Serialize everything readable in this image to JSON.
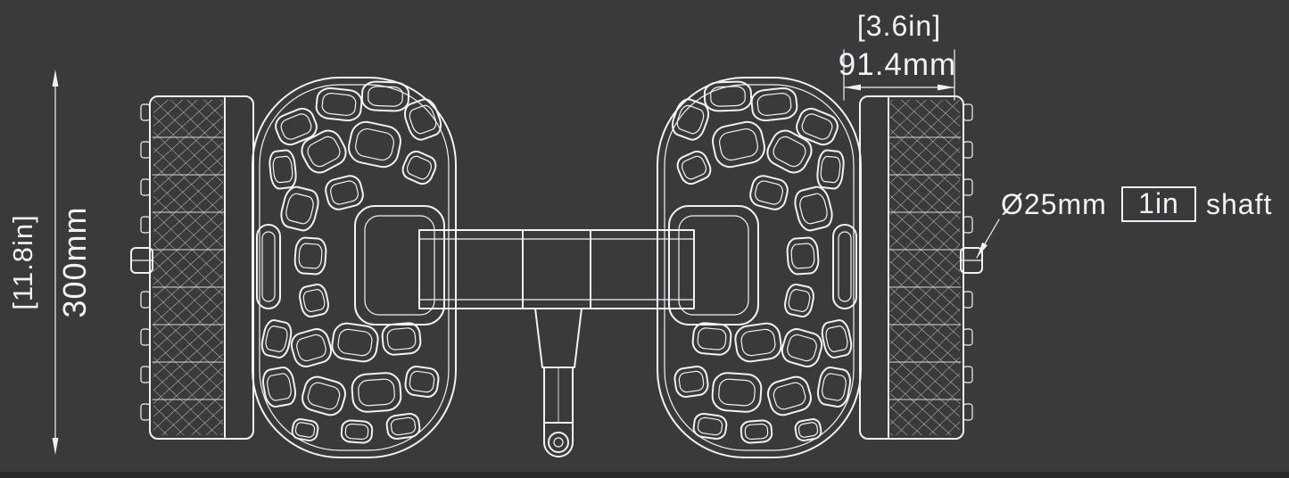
{
  "colors": {
    "background": "#3a3a3d",
    "ink": "#f2f2f2"
  },
  "dimensions": {
    "height": {
      "inches": "[11.8in]",
      "millimeters": "300mm"
    },
    "width": {
      "inches": "[3.6in]",
      "millimeters": "91.4mm"
    }
  },
  "callouts": {
    "shaft": {
      "prefix": "Ø25mm",
      "boxed_value": "1in",
      "suffix": "shaft"
    }
  }
}
